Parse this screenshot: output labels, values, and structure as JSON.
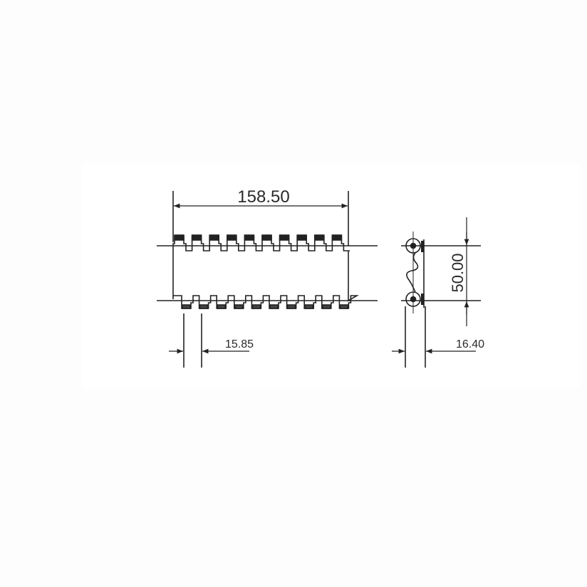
{
  "drawing": {
    "front_view": {
      "overall_length_label": "158.50",
      "pitch_label": "15.85",
      "tooth_count_top": 10,
      "tooth_count_bottom": 10
    },
    "side_view": {
      "height_label": "50.00",
      "thickness_label": "16.40"
    }
  }
}
